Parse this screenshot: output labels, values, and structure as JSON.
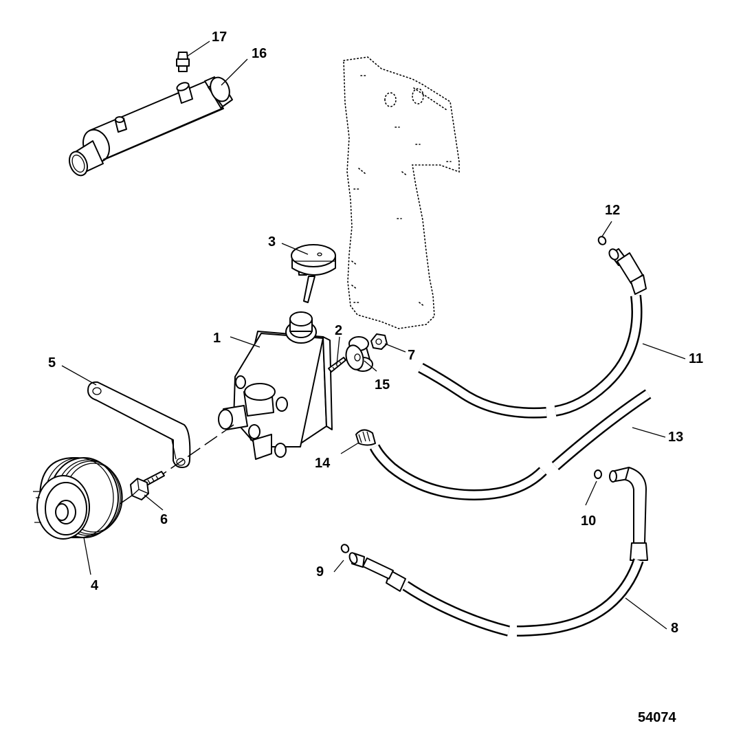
{
  "figure": {
    "number": "54074"
  },
  "callouts": [
    {
      "id": "1",
      "label": "1"
    },
    {
      "id": "2",
      "label": "2"
    },
    {
      "id": "3",
      "label": "3"
    },
    {
      "id": "4",
      "label": "4"
    },
    {
      "id": "5",
      "label": "5"
    },
    {
      "id": "6",
      "label": "6"
    },
    {
      "id": "7",
      "label": "7"
    },
    {
      "id": "8",
      "label": "8"
    },
    {
      "id": "9",
      "label": "9"
    },
    {
      "id": "10",
      "label": "10"
    },
    {
      "id": "11",
      "label": "11"
    },
    {
      "id": "12",
      "label": "12"
    },
    {
      "id": "13",
      "label": "13"
    },
    {
      "id": "14",
      "label": "14"
    },
    {
      "id": "15",
      "label": "15"
    },
    {
      "id": "16",
      "label": "16"
    },
    {
      "id": "17",
      "label": "17"
    }
  ]
}
